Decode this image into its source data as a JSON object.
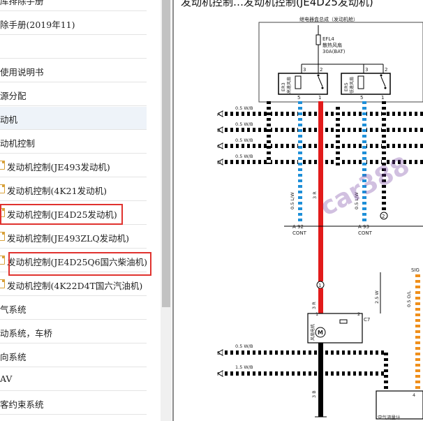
{
  "sidebar": {
    "items": [
      {
        "label": "库排除手册",
        "indent": 0,
        "icon": false
      },
      {
        "label": "除手册(2019年11)",
        "indent": 0,
        "icon": false
      },
      {
        "label": "",
        "indent": 0,
        "icon": false
      },
      {
        "label": "使用说明书",
        "indent": 0,
        "icon": false
      },
      {
        "label": "源分配",
        "indent": 0,
        "icon": false
      },
      {
        "label": "动机",
        "indent": 0,
        "icon": false,
        "active": true
      },
      {
        "label": "动机控制",
        "indent": 0,
        "icon": false
      },
      {
        "label": "发动机控制(JE493发动机)",
        "indent": 1,
        "icon": true
      },
      {
        "label": "发动机控制(4K21发动机)",
        "indent": 1,
        "icon": true
      },
      {
        "label": "发动机控制(JE4D25发动机)",
        "indent": 1,
        "icon": true,
        "highlight": true
      },
      {
        "label": "发动机控制(JE493ZLQ发动机)",
        "indent": 1,
        "icon": true
      },
      {
        "label": "发动机控制(JE4D25Q6国六柴油机)",
        "indent": 1,
        "icon": true,
        "highlight": true
      },
      {
        "label": "发动机控制(4K22D4T国六汽油机)",
        "indent": 1,
        "icon": true
      },
      {
        "label": "气系统",
        "indent": 0,
        "icon": false
      },
      {
        "label": "动系统，车桥",
        "indent": 0,
        "icon": false
      },
      {
        "label": "向系统",
        "indent": 0,
        "icon": false
      },
      {
        "label": "AV",
        "indent": 0,
        "icon": false
      },
      {
        "label": "客约束系统",
        "indent": 0,
        "icon": false
      }
    ]
  },
  "document": {
    "title": "发动机控制…发动机控制(JE4D25发动机)",
    "relay_box_label": "继电器盒总成（发动机舱）",
    "fuse_label_1": "EFL4",
    "fuse_label_2": "散热风扇",
    "fuse_label_3": "30A(BAT)",
    "relay1_code": "ER3",
    "relay1_name": "高速风扇",
    "relay2_code": "ER5",
    "relay2_name": "低速风扇",
    "relay1_pin_3": "3",
    "relay1_pin_2": "2",
    "relay1_pin_5": "5",
    "relay1_pin_1": "1",
    "relay2_pin_3": "3",
    "relay2_pin_2": "2",
    "relay2_pin_5": "5",
    "relay2_pin_1": "1",
    "bus_A": "A",
    "bus_B": "B",
    "bus_C": "C",
    "bus_D": "D",
    "bus_wire": "0.5 W/B",
    "wire_lw": "0.5 L/W",
    "wire_3r": "3 R",
    "wire_lw2": "0.5 L/W",
    "circle_2": "2",
    "conn_A92": "A  92",
    "conn_A93": "A  93",
    "cont": "CONT",
    "sig": "SIG",
    "circle_1": "1",
    "fan_label": "风扇电机",
    "motor_m": "M",
    "c7": "C7",
    "pin_1": "1",
    "pin_2": "2",
    "wire_25w": "2.5 W",
    "wire_3r2": "3 R",
    "wire_05o": "0.5 O/L",
    "bus_E": "E",
    "bus_F": "F",
    "wire_05wb": "0.5 W/B",
    "wire_15wb": "1.5 W/B",
    "wire_3b": "3 B",
    "bottom_label": "空气流量计",
    "pin_4": "4",
    "watermark": "car388"
  }
}
